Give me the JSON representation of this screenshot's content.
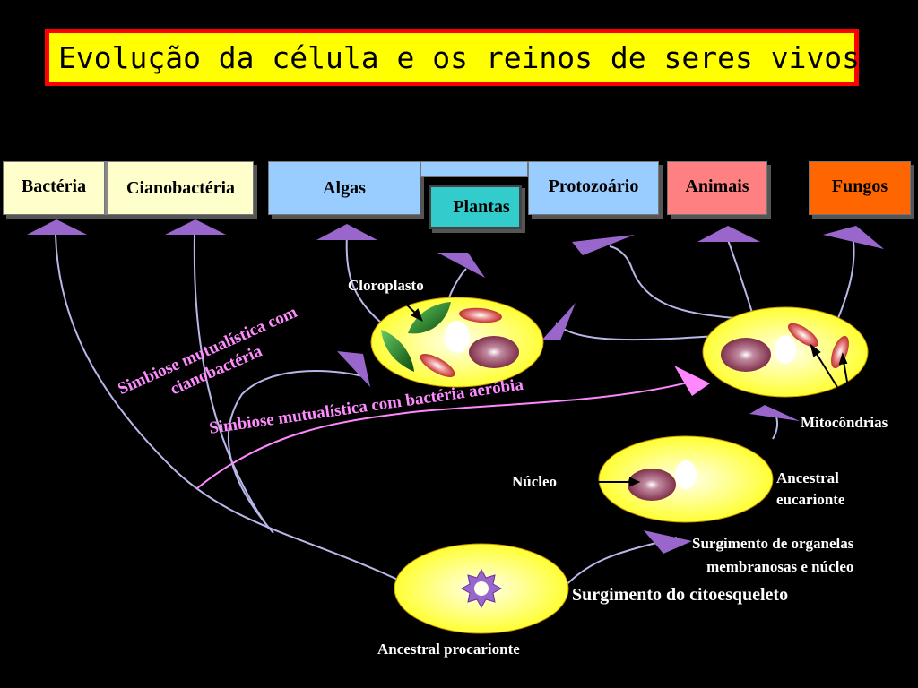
{
  "title": "Evolução da célula e os reinos de seres vivos",
  "kingdoms": {
    "bacteria": "Bactéria",
    "cyanobacteria": "Cianobactéria",
    "algae": "Algas",
    "plants": "Plantas",
    "protozoa": "Protozoário",
    "animals": "Animais",
    "fungi": "Fungos"
  },
  "labels": {
    "chloroplast": "Cloroplasto",
    "symbiosis_cyano_line1": "Simbiose mutualística com",
    "symbiosis_cyano_line2": "cianobactéria",
    "symbiosis_aerobic": "Simbiose mutualística com bactéria aeróbia",
    "mitochondria": "Mitocôndrias",
    "nucleus": "Núcleo",
    "eukaryote_ancestor_line1": "Ancestral",
    "eukaryote_ancestor_line2": "eucarionte",
    "organelles_line1": "Surgimento de organelas",
    "organelles_line2": "membranosas e núcleo",
    "cytoskeleton": "Surgimento do citoesqueleto",
    "prokaryote_ancestor": "Ancestral procarionte"
  },
  "colors": {
    "title_bg": "#ffff00",
    "title_border": "#ff0000",
    "cream": "#ffffcc",
    "light_blue": "#99ccff",
    "teal": "#33cccc",
    "pink": "#ff8080",
    "orange": "#ff6600",
    "cell_yellow": "#ffff66",
    "arrow_purple": "#9966cc"
  }
}
